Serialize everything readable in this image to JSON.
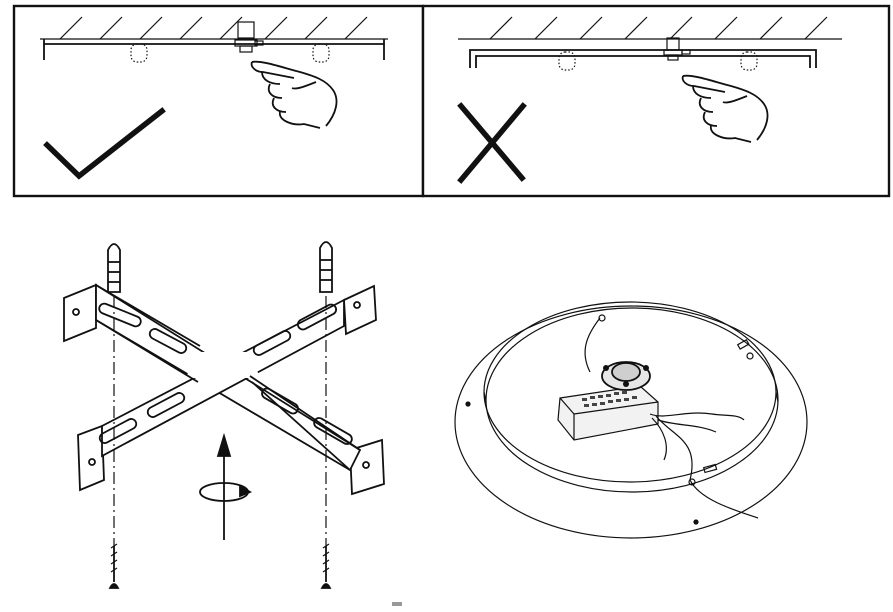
{
  "figure": {
    "panels": [
      {
        "id": "correct-mounting",
        "verdict": "correct",
        "mark": "check-icon"
      },
      {
        "id": "incorrect-mounting",
        "verdict": "incorrect",
        "mark": "cross-icon"
      }
    ],
    "bracket_step": {
      "icons": [
        "cross-bracket-icon",
        "screw-icon",
        "rotate-arrow-icon"
      ]
    },
    "fixture_step": {
      "icons": [
        "ceiling-lamp-icon",
        "led-driver-icon"
      ]
    }
  }
}
